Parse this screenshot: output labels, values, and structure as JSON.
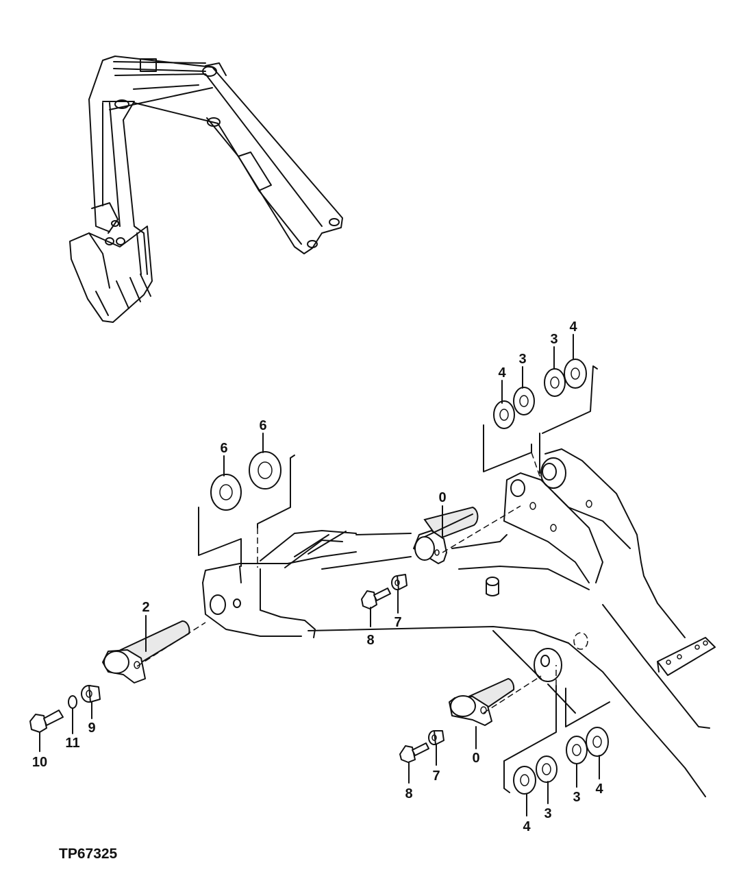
{
  "figure_id": "TP67325",
  "callouts": {
    "washer_4_a": "4",
    "washer_3_a": "3",
    "washer_3_b": "3",
    "washer_4_b": "4",
    "shim_6_a": "6",
    "shim_6_b": "6",
    "pin_0_top": "0",
    "pin_2": "2",
    "bolt_8_top": "8",
    "washer_7_top": "7",
    "bolt_10": "10",
    "washer_11": "11",
    "nut_9": "9",
    "pin_0_bottom": "0",
    "washer_7_bottom": "7",
    "bolt_8_bottom": "8",
    "washer_4_c": "4",
    "washer_3_c": "3",
    "washer_3_d": "3",
    "washer_4_d": "4"
  }
}
